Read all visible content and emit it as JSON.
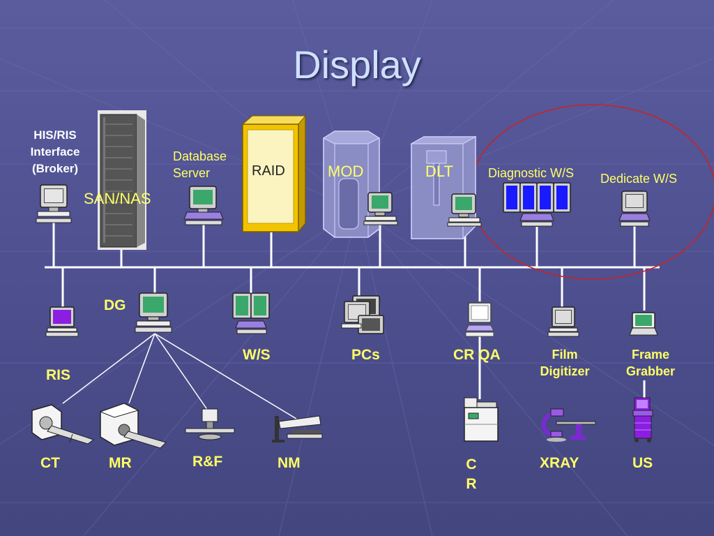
{
  "title": "Display",
  "top_row": {
    "his_ris": [
      "HIS/RIS",
      "Interface",
      "(Broker)"
    ],
    "san_nas": "SAN/NAS",
    "database_server": [
      "Database",
      "Server"
    ],
    "raid": "RAID",
    "mod": "MOD",
    "dlt": "DLT",
    "diagnostic_ws": "Diagnostic W/S",
    "dedicate_ws": "Dedicate W/S"
  },
  "middle_row": {
    "dg": "DG",
    "ws": "W/S",
    "pcs": "PCs",
    "cr_qa": "CR QA",
    "film_digitizer": [
      "Film",
      "Digitizer"
    ],
    "frame_grabber": [
      "Frame",
      "Grabber"
    ],
    "ris": "RIS"
  },
  "modalities": {
    "ct": "CT",
    "mr": "MR",
    "rf": "R&F",
    "nm": "NM",
    "cr": [
      "C",
      "R"
    ],
    "xray": "XRAY",
    "us": "US"
  },
  "colors": {
    "bus_line": "#ffffff",
    "highlight_ellipse": "#cc2222",
    "label_text": "#ffffff",
    "modality_text": "#ffff66",
    "raid_body": "#f2c400"
  }
}
